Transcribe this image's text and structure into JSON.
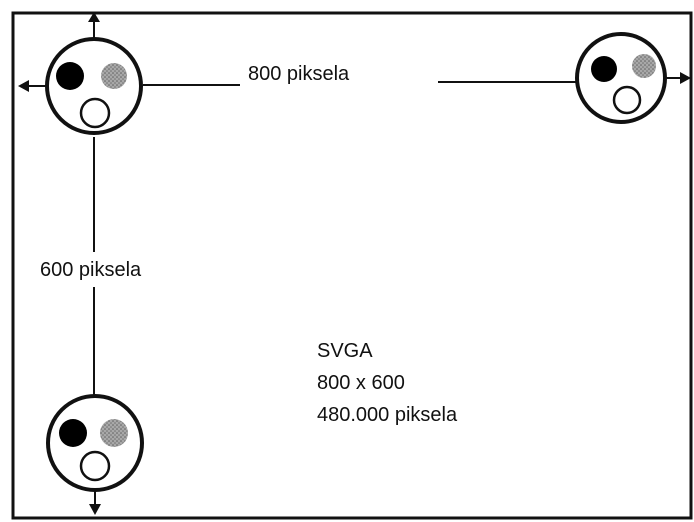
{
  "dimensions": {
    "width_label": "800 piksela",
    "height_label": "600 piksela"
  },
  "mode": {
    "name": "SVGA",
    "resolution": "800 x 600",
    "pixel_count": "480.000 piksela"
  },
  "pixel_icon": {
    "dot_colors": [
      "#000000",
      "#8f8f8f",
      "#ffffff"
    ]
  }
}
